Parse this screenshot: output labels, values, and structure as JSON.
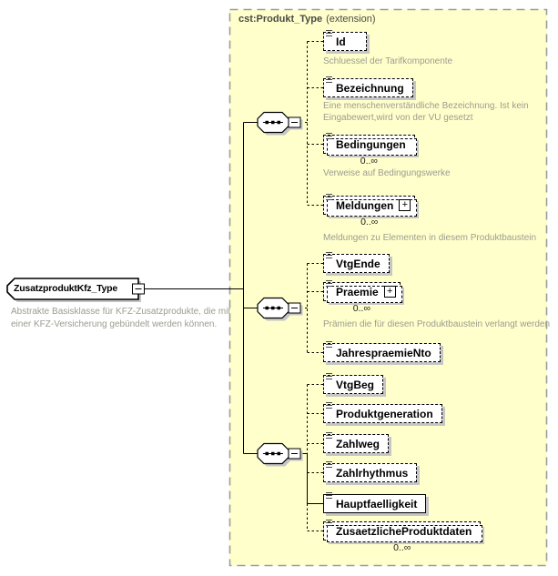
{
  "root": {
    "name": "ZusatzproduktKfz_Type",
    "annotation1": "Abstrakte Basisklasse für KFZ-Zusatzprodukte, die mit",
    "annotation2": "einer KFZ-Versicherung gebündelt werden können."
  },
  "extension": {
    "title": "cst:Produkt_Type",
    "suffix": "(extension)"
  },
  "icons": {
    "plus": "+",
    "minus": "−",
    "compositor": "sequence"
  },
  "colors": {
    "container_fill": "#FFFFCC",
    "box_fill": "#FFFFFF",
    "line": "#000000",
    "shadow": "#C6C6C6",
    "annotation_text": "#9C9C8F",
    "container_border": "#9C9C9C"
  },
  "groups": [
    {
      "type": "sequence",
      "elements": [
        {
          "name": "Id",
          "annotation1": "Schluessel der Tarifkomponente"
        },
        {
          "name": "Bezeichnung",
          "annotation1": "Eine menschenverständliche Bezeichnung. Ist kein",
          "annotation2": "Eingabewert,wird von der VU gesetzt"
        },
        {
          "name": "Bedingungen",
          "occurrence": "0..∞",
          "annotation1": "Verweise auf Bedingungswerke"
        },
        {
          "name": "Meldungen",
          "occurrence": "0..∞",
          "annotation1": "Meldungen zu Elementen in diesem Produktbaustein"
        }
      ]
    },
    {
      "type": "sequence",
      "elements": [
        {
          "name": "VtgEnde"
        },
        {
          "name": "Praemie",
          "occurrence": "0..∞",
          "annotation1": "Prämien die für diesen Produktbaustein verlangt werden"
        },
        {
          "name": "JahrespraemieNto"
        }
      ]
    },
    {
      "type": "sequence",
      "elements": [
        {
          "name": "VtgBeg"
        },
        {
          "name": "Produktgeneration"
        },
        {
          "name": "Zahlweg"
        },
        {
          "name": "Zahlrhythmus"
        },
        {
          "name": "Hauptfaelligkeit"
        },
        {
          "name": "ZusaetzlicheProduktdaten",
          "occurrence": "0..∞"
        }
      ]
    }
  ]
}
